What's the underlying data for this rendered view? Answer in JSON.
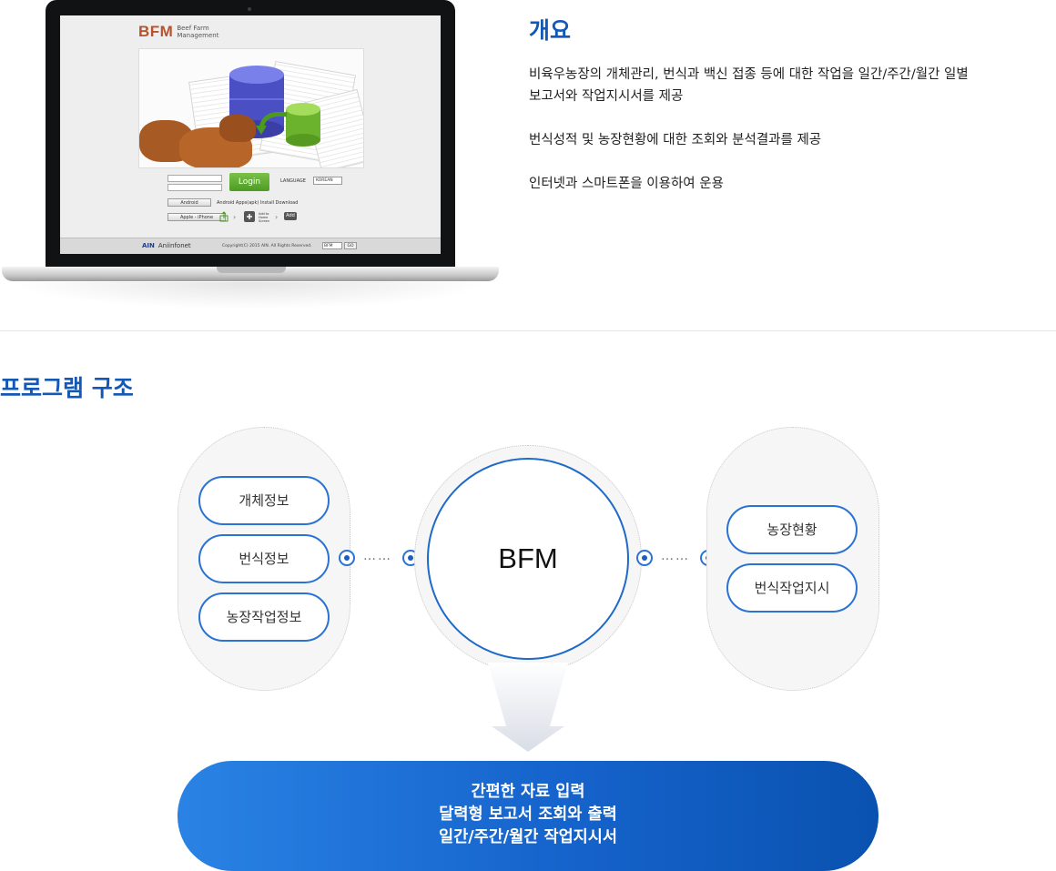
{
  "screen": {
    "logo_mark": "BFM",
    "logo_sub": "Beef Farm\nManagement",
    "login_label": "Login",
    "language_label": "LANGUAGE",
    "language_value": "KOREAN",
    "android_button": "Android",
    "android_text": "Android Apps(apk) Install Download",
    "iphone_button": "Apple - iPhone",
    "add_home_text": "Add to Home Screen",
    "add_label": "Add",
    "footer_logo": "AIN",
    "footer_company": "Aniinfonet",
    "copyright": "Copyright(C) 2015 AIN. All Rights Reserved.",
    "footer_select": "BFM",
    "go_label": "GO"
  },
  "overview": {
    "title": "개요",
    "p1_line1": "비육우농장의 개체관리, 번식과 백신 접종 등에 대한 작업을 일간/주간/월간 일별",
    "p1_line2": "보고서와 작업지시서를 제공",
    "p2": "번식성적 및 농장현황에 대한 조회와 분석결과를 제공",
    "p3": "인터넷과 스마트폰을 이용하여 운용"
  },
  "structure": {
    "title": "프로그램 구조",
    "left_items": [
      "개체정보",
      "번식정보",
      "농장작업정보"
    ],
    "center": "BFM",
    "right_items": [
      "농장현황",
      "번식작업지시"
    ],
    "dots": "……",
    "bottom_lines": [
      "간편한 자료 입력",
      "달력형 보고서 조회와 출력",
      "일간/주간/월간 작업지시서"
    ]
  },
  "colors": {
    "accent": "#1458b5",
    "pill_border": "#2a73d4",
    "bottom_gradient_start": "#2a83e4",
    "bottom_gradient_end": "#0a52b0"
  }
}
